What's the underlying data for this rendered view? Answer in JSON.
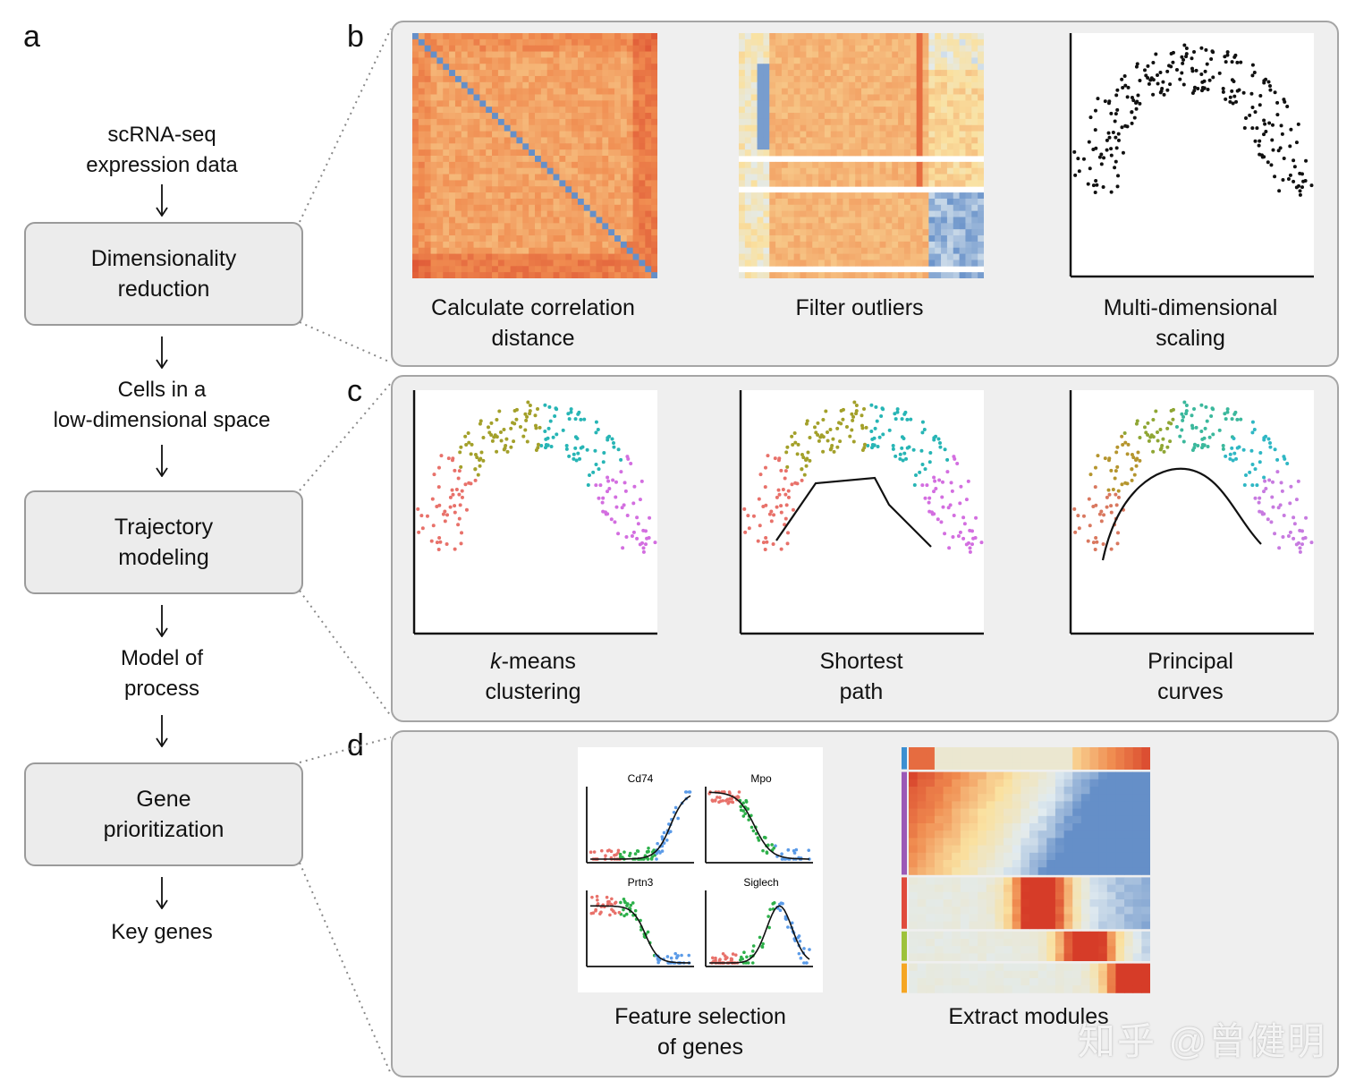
{
  "panels": {
    "a": "a",
    "b": "b",
    "c": "c",
    "d": "d"
  },
  "flow": {
    "input": "scRNA-seq\nexpression data",
    "step1": "Dimensionality\nreduction",
    "mid1": "Cells in a\nlow-dimensional space",
    "step2": "Trajectory\nmodeling",
    "mid2": "Model of\nprocess",
    "step3": "Gene\nprioritization",
    "output": "Key genes"
  },
  "captions": {
    "b1": "Calculate correlation\ndistance",
    "b2": "Filter outliers",
    "b3": "Multi-dimensional\nscaling",
    "c1_italic": "k",
    "c1_rest": "-means",
    "c1_line2": "clustering",
    "c2": "Shortest\npath",
    "c3": "Principal\ncurves",
    "d1": "Feature selection\nof genes",
    "d2": "Extract modules"
  },
  "genes": [
    "Cd74",
    "Mpo",
    "Prtn3",
    "Siglech"
  ],
  "module_colors": [
    "#3b8fd1",
    "#9b59b6",
    "#e04a3c",
    "#9dc23b",
    "#f5a623"
  ],
  "cluster_colors": [
    "#e8716a",
    "#a3a02a",
    "#27b5b5",
    "#2fb7c4",
    "#d36ee0"
  ],
  "watermark": "知乎 @曾健明"
}
